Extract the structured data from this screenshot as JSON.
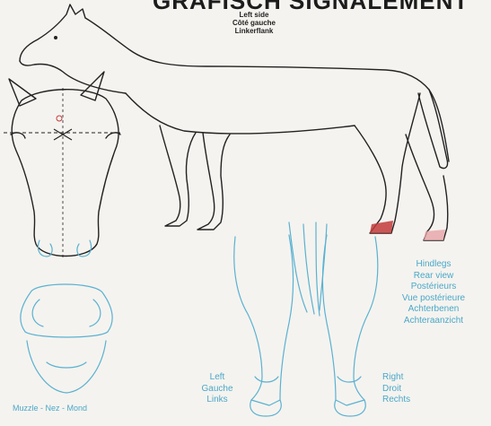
{
  "title": "GRAFISCH SIGNALEMENT",
  "side_view": {
    "labels": [
      "Left side",
      "Côté gauche",
      "Linkerflank"
    ]
  },
  "rear_view": {
    "labels": [
      "Hindlegs",
      "Rear view",
      "Postérieurs",
      "Vue postérieure",
      "Achterbenen",
      "Achteraanzicht"
    ]
  },
  "feet": {
    "left": [
      "Left",
      "Gauche",
      "Links"
    ],
    "right": [
      "Right",
      "Droit",
      "Rechts"
    ]
  },
  "muzzle_label": "Muzzle - Nez - Mond",
  "colors": {
    "outline": "#222222",
    "rear_outline": "#5ab2d2",
    "marking_red": "#c23b3b",
    "marking_pink": "#e7a3a6",
    "label_blue": "#4aa8c9"
  }
}
